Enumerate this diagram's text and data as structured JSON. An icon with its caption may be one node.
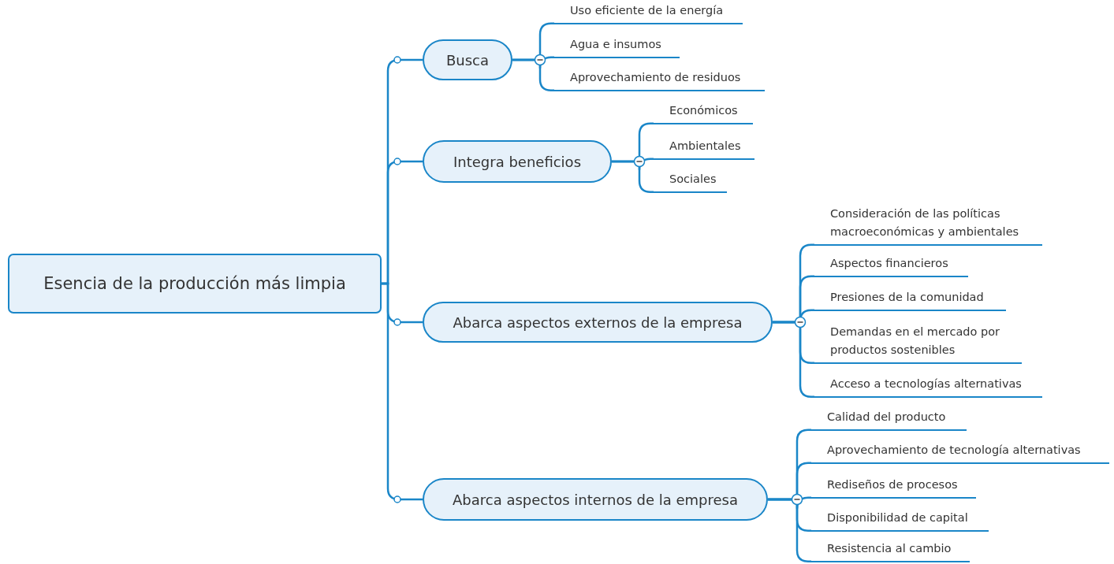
{
  "diagram": {
    "nodes": [
      {
        "text": [
          "Esencia de la producción más limpia"
        ]
      },
      {
        "text": [
          "Busca"
        ]
      },
      {
        "text": [
          "Uso eficiente de la energía"
        ]
      },
      {
        "text": [
          "Agua e insumos"
        ]
      },
      {
        "text": [
          "Aprovechamiento de residuos"
        ]
      },
      {
        "text": [
          "Integra beneficios"
        ]
      },
      {
        "text": [
          "Económicos"
        ]
      },
      {
        "text": [
          "Ambientales"
        ]
      },
      {
        "text": [
          "Sociales"
        ]
      },
      {
        "text": [
          "Abarca aspectos externos de la empresa"
        ]
      },
      {
        "text": [
          "Consideración de las políticas macroeconómicas y ambientales"
        ]
      },
      {
        "text": [
          "Aspectos financieros"
        ]
      },
      {
        "text": [
          "Presiones de la comunidad"
        ]
      },
      {
        "text": [
          "Demandas en el mercado por productos sostenibles"
        ]
      },
      {
        "text": [
          "Acceso a tecnologías alternativas"
        ]
      },
      {
        "text": [
          "Abarca aspectos internos de la empresa"
        ]
      },
      {
        "text": [
          "Calidad del producto"
        ]
      },
      {
        "text": [
          "Aprovechamiento de tecnología alternativas"
        ]
      },
      {
        "text": [
          "Rediseños de procesos"
        ]
      },
      {
        "text": [
          "Disponibilidad de capital"
        ]
      },
      {
        "text": [
          "Resistencia al cambio"
        ]
      }
    ],
    "edges": [
      {
        "from": 0,
        "to": 1,
        "arrow": "none"
      },
      {
        "from": 1,
        "to": 2,
        "arrow": "none"
      },
      {
        "from": 1,
        "to": 3,
        "arrow": "none"
      },
      {
        "from": 1,
        "to": 4,
        "arrow": "none"
      },
      {
        "from": 0,
        "to": 5,
        "arrow": "none"
      },
      {
        "from": 5,
        "to": 6,
        "arrow": "none"
      },
      {
        "from": 5,
        "to": 7,
        "arrow": "none"
      },
      {
        "from": 5,
        "to": 8,
        "arrow": "none"
      },
      {
        "from": 0,
        "to": 9,
        "arrow": "none"
      },
      {
        "from": 9,
        "to": 10,
        "arrow": "none"
      },
      {
        "from": 9,
        "to": 11,
        "arrow": "none"
      },
      {
        "from": 9,
        "to": 12,
        "arrow": "none"
      },
      {
        "from": 9,
        "to": 13,
        "arrow": "none"
      },
      {
        "from": 9,
        "to": 14,
        "arrow": "none"
      },
      {
        "from": 0,
        "to": 15,
        "arrow": "none"
      },
      {
        "from": 15,
        "to": 16,
        "arrow": "none"
      },
      {
        "from": 15,
        "to": 17,
        "arrow": "none"
      },
      {
        "from": 15,
        "to": 18,
        "arrow": "none"
      },
      {
        "from": 15,
        "to": 19,
        "arrow": "none"
      },
      {
        "from": 15,
        "to": 20,
        "arrow": "none"
      }
    ]
  }
}
